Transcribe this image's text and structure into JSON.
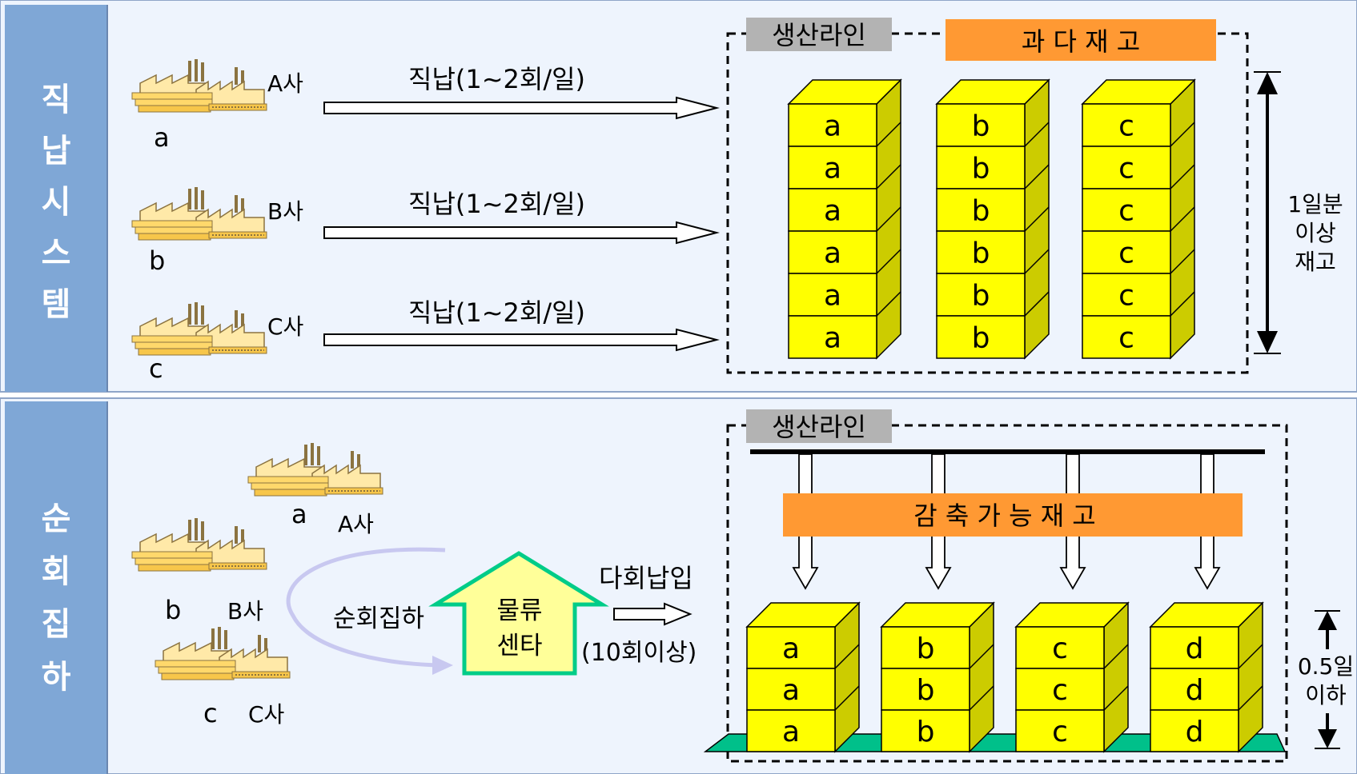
{
  "top": {
    "side_title": [
      "직",
      "납",
      "시",
      "스",
      "템"
    ],
    "suppliers": [
      {
        "company": "A사",
        "code": "a"
      },
      {
        "company": "B사",
        "code": "b"
      },
      {
        "company": "C사",
        "code": "c"
      }
    ],
    "delivery_label": "직납(1~2회/일)",
    "line_label": "생산라인",
    "inventory_label": "과 다 재 고",
    "stacks": [
      {
        "label": "a",
        "levels": 6
      },
      {
        "label": "b",
        "levels": 6
      },
      {
        "label": "c",
        "levels": 6
      }
    ],
    "measure_lines": [
      "1일분",
      "이상",
      "재고"
    ]
  },
  "bottom": {
    "side_title": [
      "순",
      "회",
      "집",
      "하"
    ],
    "suppliers": [
      {
        "company": "A사",
        "code": "a"
      },
      {
        "company": "B사",
        "code": "b"
      },
      {
        "company": "C사",
        "code": "c"
      }
    ],
    "milkrun_label": "순회집하",
    "center_lines": [
      "물류",
      "센타"
    ],
    "delivery_label": "다회납입",
    "delivery_freq": "(10회이상)",
    "line_label": "생산라인",
    "inventory_label": "감  축  가 능 재  고",
    "stacks": [
      {
        "label": "a",
        "levels": 3
      },
      {
        "label": "b",
        "levels": 3
      },
      {
        "label": "c",
        "levels": 3
      },
      {
        "label": "d",
        "levels": 3
      }
    ],
    "measure_lines": [
      "0.5일",
      "이하"
    ]
  },
  "colors": {
    "side_panel": "#7fa7d6",
    "background": "#eef4fd",
    "box_face": "#ffff00",
    "box_side": "#cccc00",
    "inventory_bar": "#ff9933",
    "pallet": "#00c08a",
    "center_border": "#00cc88",
    "center_fill": "#ffff99",
    "milkrun_arc": "#c8c8f0"
  }
}
